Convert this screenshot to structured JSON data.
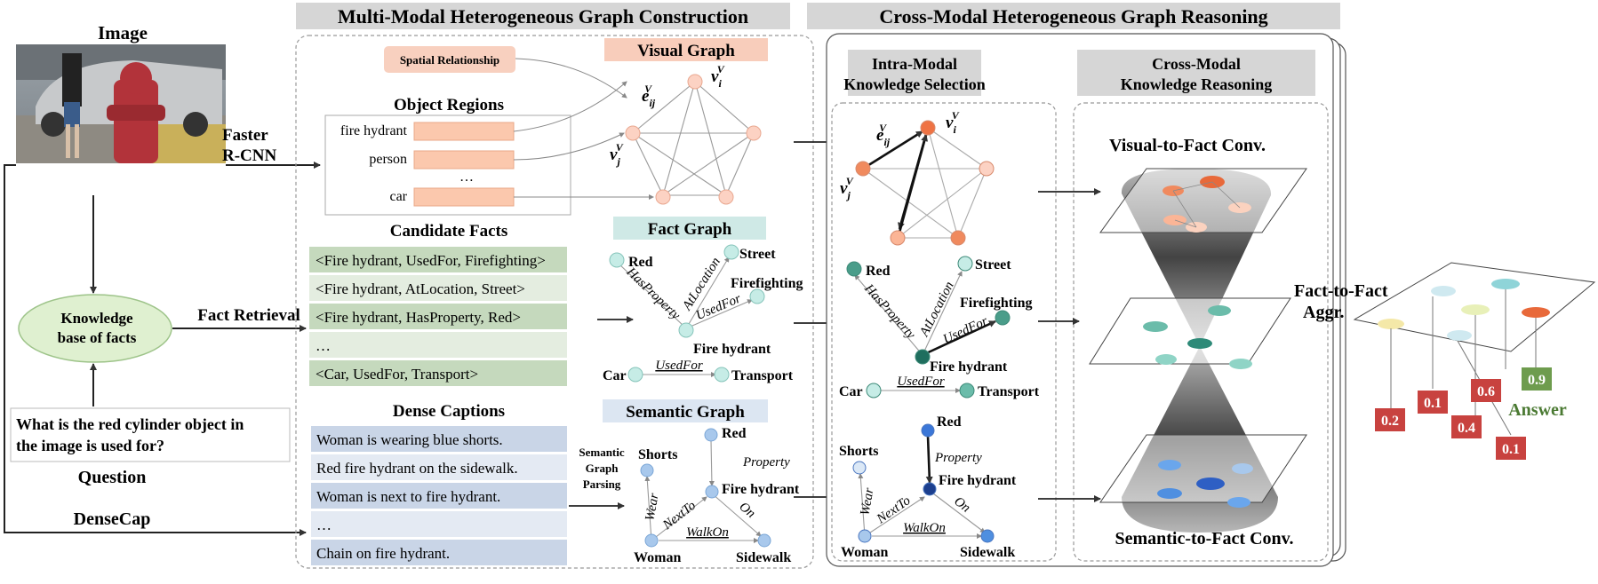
{
  "sections": {
    "construction_title": "Multi-Modal Heterogeneous Graph Construction",
    "reasoning_title": "Cross-Modal Heterogeneous Graph Reasoning",
    "intra_title_1": "Intra-Modal",
    "intra_title_2": "Knowledge Selection",
    "cross_title_1": "Cross-Modal",
    "cross_title_2": "Knowledge Reasoning"
  },
  "inputs": {
    "image_label": "Image",
    "faster_rcnn_1": "Faster",
    "faster_rcnn_2": "R-CNN",
    "kb_1": "Knowledge",
    "kb_2": "base of facts",
    "fact_retrieval": "Fact Retrieval",
    "question_1": "What is the red cylinder object in",
    "question_2": "the image is used for?",
    "question_label": "Question",
    "densecap_label": "DenseCap"
  },
  "visual": {
    "spatial_label": "Spatial Relationship",
    "object_regions_title": "Object Regions",
    "regions": [
      "fire hydrant",
      "person",
      "…",
      "car"
    ],
    "graph_title": "Visual Graph",
    "e_label": "e",
    "e_sub": "ij",
    "vi_label": "v",
    "vi_sub": "i",
    "vj_label": "v",
    "vj_sub": "j",
    "sup": "V"
  },
  "facts": {
    "title": "Candidate Facts",
    "items": [
      "<Fire hydrant, UsedFor, Firefighting>",
      "<Fire hydrant, AtLocation, Street>",
      "<Fire hydrant, HasProperty, Red>",
      "…",
      "<Car, UsedFor, Transport>"
    ],
    "graph_title": "Fact Graph",
    "nodes": {
      "red": "Red",
      "street": "Street",
      "firefighting": "Firefighting",
      "hydrant": "Fire hydrant",
      "car": "Car",
      "transport": "Transport"
    },
    "edges": {
      "hasproperty": "HasProperty",
      "atlocation": "AtLocation",
      "usedfor": "UsedFor"
    }
  },
  "captions": {
    "title": "Dense Captions",
    "items": [
      "Woman is wearing blue shorts.",
      "Red fire hydrant on the sidewalk.",
      "Woman is next to fire hydrant.",
      "…",
      "Chain on fire hydrant."
    ],
    "parsing_1": "Semantic",
    "parsing_2": "Graph",
    "parsing_3": "Parsing",
    "graph_title": "Semantic Graph",
    "nodes": {
      "shorts": "Shorts",
      "red": "Red",
      "hydrant": "Fire hydrant",
      "woman": "Woman",
      "sidewalk": "Sidewalk"
    },
    "edges": {
      "property": "Property",
      "wear": "Wear",
      "nextto": "NextTo",
      "on": "On",
      "walkon": "WalkOn"
    }
  },
  "reasoning": {
    "v2f": "Visual-to-Fact Conv.",
    "f2f_1": "Fact-to-Fact",
    "f2f_2": "Aggr.",
    "s2f": "Semantic-to-Fact Conv."
  },
  "answers": {
    "scores": [
      "0.2",
      "0.1",
      "0.6",
      "0.4",
      "0.1",
      "0.9"
    ],
    "answer_label": "Answer",
    "colors": {
      "red": "#c8423f",
      "green": "#6e9c4e"
    }
  }
}
